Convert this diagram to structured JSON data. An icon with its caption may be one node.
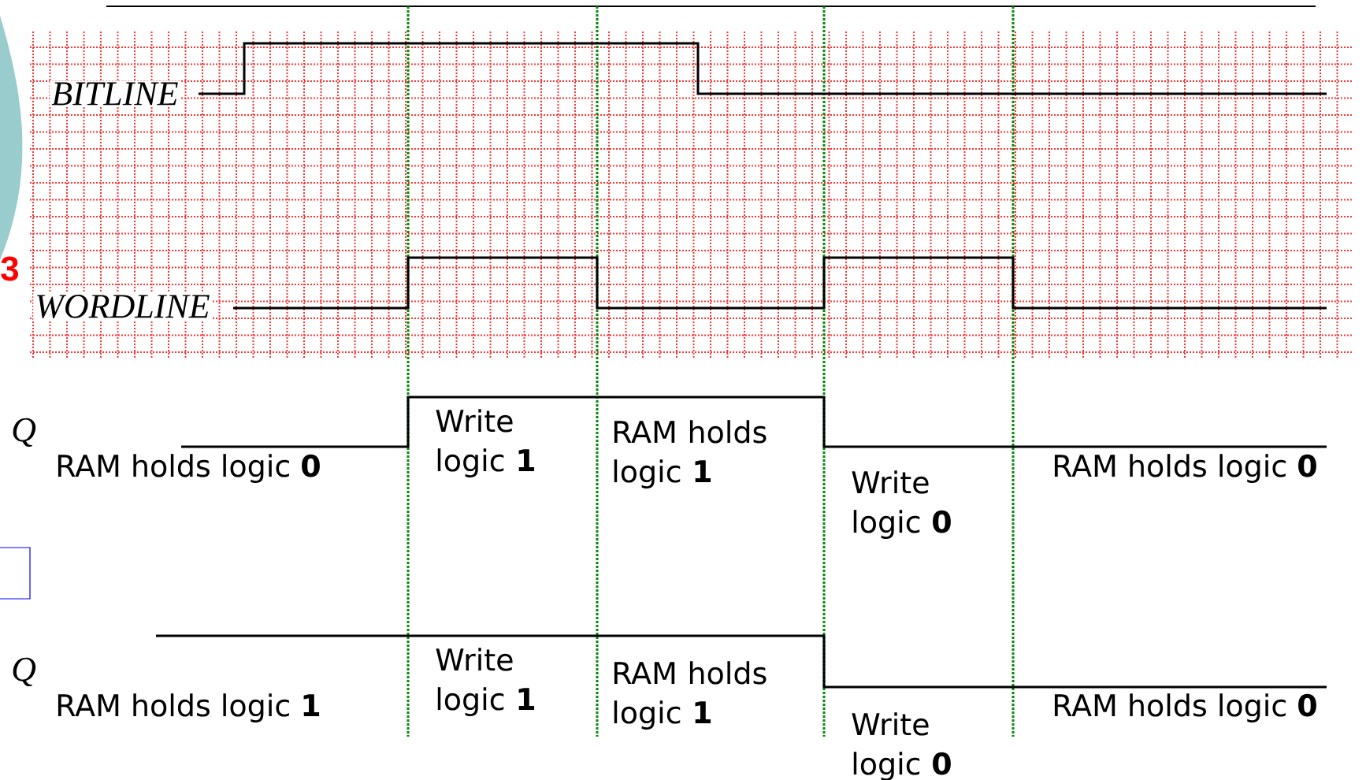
{
  "diagram": {
    "labels": [
      "BITLINE",
      "3",
      "WORDLINE",
      "Q",
      "Write logic **1**",
      "RAM holds logic **1**",
      "RAM holds logic **0**",
      "Write logic **0**",
      "RAM holds logic **0**",
      "Q",
      "Write logic **1**",
      "RAM holds logic **1**",
      "RAM holds logic **1**",
      "Write logic **0**",
      "RAM holds logic **0**"
    ]
  }
}
